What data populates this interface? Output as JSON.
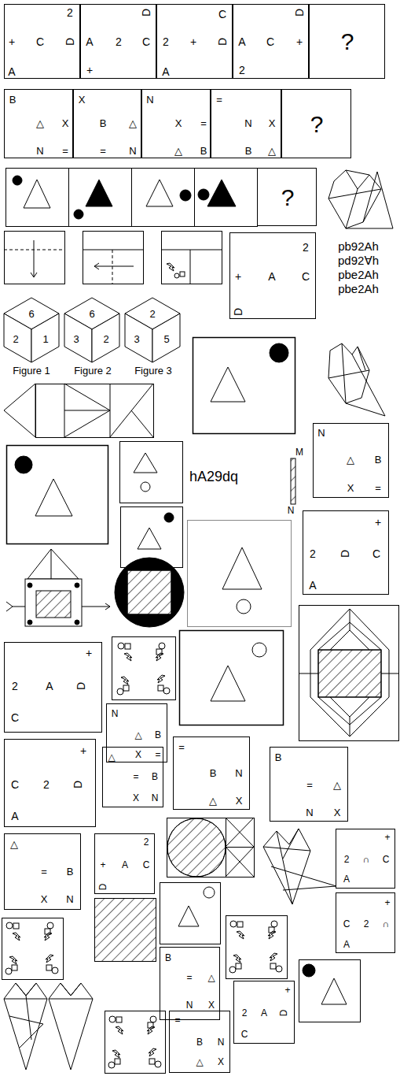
{
  "diagram": {
    "nodes": [
      {
        "text": [
          "2",
          "+",
          "C",
          "D",
          "A"
        ]
      },
      {
        "text": [
          "D",
          "A",
          "2",
          "C",
          "+"
        ]
      },
      {
        "text": [
          "C",
          "2",
          "+",
          "D",
          "A"
        ]
      },
      {
        "text": [
          "D",
          "A",
          "C",
          "+",
          "2"
        ]
      },
      {
        "text": [
          "?"
        ]
      },
      {
        "text": [
          "B",
          "△",
          "X",
          "N",
          "="
        ]
      },
      {
        "text": [
          "X",
          "B",
          "△",
          "=",
          "N"
        ]
      },
      {
        "text": [
          "N",
          "X",
          "=",
          "△",
          "B"
        ]
      },
      {
        "text": [
          "=",
          "N",
          "X",
          "B",
          "△"
        ]
      },
      {
        "text": [
          "?"
        ]
      },
      {
        "text": [
          "?"
        ]
      },
      {
        "text": [
          "2",
          "+",
          "A",
          "C",
          "D"
        ]
      },
      {
        "text": [
          "6",
          "2",
          "1"
        ]
      },
      {
        "text": [
          "6",
          "3",
          "2"
        ]
      },
      {
        "text": [
          "2",
          "3",
          "5"
        ]
      },
      {
        "text": [
          "N",
          "△",
          "B",
          "X",
          "="
        ]
      },
      {
        "text": [
          "+",
          "2",
          "D",
          "C",
          "A"
        ]
      },
      {
        "text": [
          "+",
          "2",
          "A",
          "D",
          "C"
        ]
      },
      {
        "text": [
          "N",
          "△",
          "B",
          "X",
          "="
        ]
      },
      {
        "text": [
          "+",
          "C",
          "2",
          "D",
          "A"
        ]
      },
      {
        "text": [
          "△",
          "=",
          "B",
          "X",
          "N"
        ]
      },
      {
        "text": [
          "=",
          "B",
          "N",
          "△",
          "X"
        ]
      },
      {
        "text": [
          "B",
          "=",
          "△",
          "N",
          "X"
        ]
      },
      {
        "text": [
          "△",
          "=",
          "B",
          "X",
          "N"
        ]
      },
      {
        "text": [
          "2",
          "+",
          "A",
          "C",
          "D"
        ]
      },
      {
        "text": [
          "+",
          "2",
          "∩",
          "C",
          "A"
        ]
      },
      {
        "text": [
          "+",
          "C",
          "2",
          "∩",
          "A"
        ]
      },
      {
        "text": [
          "B",
          "=",
          "△",
          "N",
          "X"
        ]
      },
      {
        "text": [
          "+",
          "2",
          "A",
          "D",
          "C"
        ]
      },
      {
        "text": [
          "=",
          "B",
          "N",
          "△",
          "X"
        ]
      }
    ],
    "labels": [
      "pb92Ah",
      "pd92∀h",
      "pbe2Ah",
      "pbe2Ah",
      "Figure 1",
      "Figure 2",
      "Figure 3",
      "hA29dq",
      "M",
      "N"
    ]
  }
}
